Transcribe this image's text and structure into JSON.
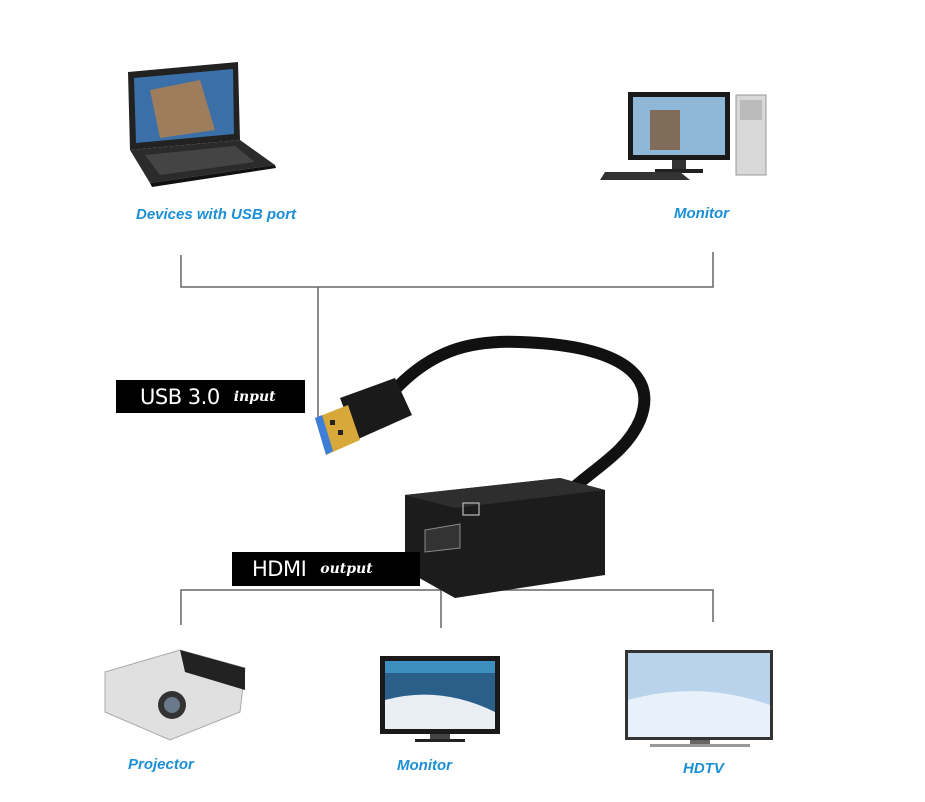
{
  "devices_top": {
    "usb_device_label": "Devices with USB port",
    "monitor_label": "Monitor"
  },
  "input_tag": {
    "main": "USB 3.0",
    "sub": "input"
  },
  "output_tag": {
    "main": "HDMI",
    "sub": "output"
  },
  "devices_bottom": {
    "projector_label": "Projector",
    "monitor_label": "Monitor",
    "hdtv_label": "HDTV"
  },
  "colors": {
    "label": "#1b8fd6",
    "line": "#555555",
    "tag_bg": "#000000"
  }
}
